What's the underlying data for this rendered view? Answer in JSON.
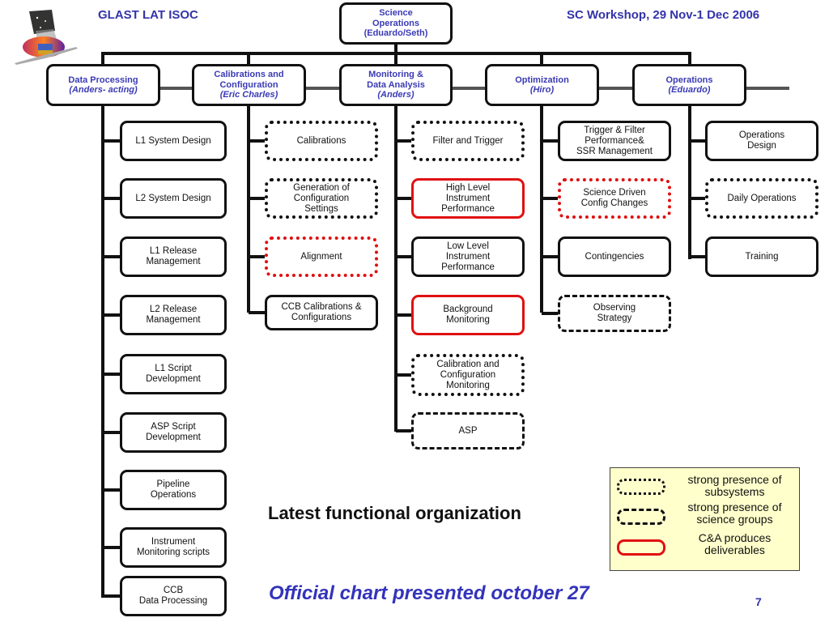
{
  "header": {
    "left_title": "GLAST LAT ISOC",
    "right_title": "SC Workshop, 29 Nov-1 Dec 2006",
    "logo_icon": "satellite-logo-icon"
  },
  "root": {
    "lines": [
      "Science",
      "Operations",
      "(Eduardo/Seth)"
    ]
  },
  "departments": [
    {
      "name_lines": [
        "Data Processing"
      ],
      "person": "(Anders- acting)",
      "children": [
        {
          "lines": [
            "L1 System Design"
          ],
          "style": "solid"
        },
        {
          "lines": [
            "L2 System Design"
          ],
          "style": "solid"
        },
        {
          "lines": [
            "L1 Release",
            "Management"
          ],
          "style": "solid"
        },
        {
          "lines": [
            "L2 Release",
            "Management"
          ],
          "style": "solid"
        },
        {
          "lines": [
            "L1 Script",
            "Development"
          ],
          "style": "solid"
        },
        {
          "lines": [
            "ASP Script",
            "Development"
          ],
          "style": "solid"
        },
        {
          "lines": [
            "Pipeline",
            "Operations"
          ],
          "style": "solid"
        },
        {
          "lines": [
            "Instrument",
            "Monitoring scripts"
          ],
          "style": "solid"
        },
        {
          "lines": [
            "CCB",
            "Data Processing"
          ],
          "style": "solid"
        }
      ]
    },
    {
      "name_lines": [
        "Calibrations and",
        "Configuration"
      ],
      "person": "(Eric Charles)",
      "children": [
        {
          "lines": [
            "Calibrations"
          ],
          "style": "dotted"
        },
        {
          "lines": [
            "Generation of",
            "Configuration",
            "Settings"
          ],
          "style": "dotted"
        },
        {
          "lines": [
            "Alignment"
          ],
          "style": "dotted-red"
        },
        {
          "lines": [
            "CCB Calibrations &",
            "Configurations"
          ],
          "style": "solid"
        }
      ]
    },
    {
      "name_lines": [
        "Monitoring &",
        "Data Analysis"
      ],
      "person": "(Anders)",
      "children": [
        {
          "lines": [
            "Filter and Trigger"
          ],
          "style": "dotted"
        },
        {
          "lines": [
            "High Level",
            "Instrument",
            "Performance"
          ],
          "style": "red"
        },
        {
          "lines": [
            "Low Level",
            "Instrument",
            "Performance"
          ],
          "style": "solid"
        },
        {
          "lines": [
            "Background",
            "Monitoring"
          ],
          "style": "red"
        },
        {
          "lines": [
            "Calibration and",
            "Configuration",
            "Monitoring"
          ],
          "style": "dotted"
        },
        {
          "lines": [
            "ASP"
          ],
          "style": "dashdot"
        }
      ]
    },
    {
      "name_lines": [
        "Optimization"
      ],
      "person": "(Hiro)",
      "children": [
        {
          "lines": [
            "Trigger & Filter",
            "Performance&",
            "SSR Management"
          ],
          "style": "solid"
        },
        {
          "lines": [
            "Science Driven",
            "Config Changes"
          ],
          "style": "dotted-red"
        },
        {
          "lines": [
            "Contingencies"
          ],
          "style": "solid"
        },
        {
          "lines": [
            "Observing",
            "Strategy"
          ],
          "style": "dashdot"
        }
      ]
    },
    {
      "name_lines": [
        "Operations"
      ],
      "person": "(Eduardo)",
      "children": [
        {
          "lines": [
            "Operations",
            "Design"
          ],
          "style": "solid"
        },
        {
          "lines": [
            "Daily Operations"
          ],
          "style": "dotted"
        },
        {
          "lines": [
            "Training"
          ],
          "style": "solid"
        }
      ]
    }
  ],
  "legend": [
    {
      "style": "dotted",
      "lines": [
        "strong presence of",
        "subsystems"
      ]
    },
    {
      "style": "dashdot",
      "lines": [
        "strong presence of",
        "science groups"
      ]
    },
    {
      "style": "red",
      "lines": [
        "C&A produces",
        "deliverables"
      ]
    }
  ],
  "footer": {
    "title": "Latest functional organization",
    "subtitle": "Official chart presented october 27",
    "page_number": "7"
  },
  "colors": {
    "header_blue": "#3333aa",
    "deliverable_red": "#e01010",
    "legend_bg": "#ffffcc"
  }
}
